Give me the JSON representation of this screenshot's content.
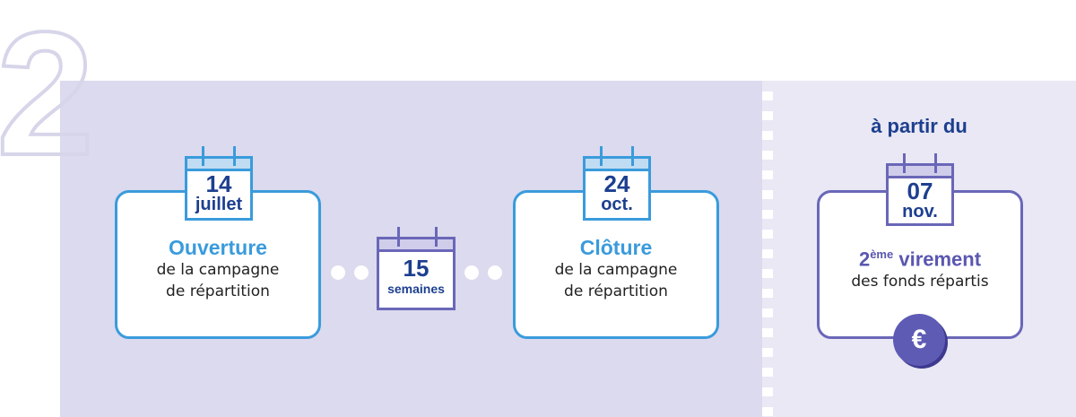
{
  "step_number": "2",
  "colors": {
    "blue": "#3a9bdc",
    "purple": "#6a67b8",
    "navy": "#1d3f8f",
    "panel": "#dbdaee"
  },
  "opening": {
    "calendar_day": "14",
    "calendar_month": "juillet",
    "title": "Ouverture",
    "line1": "de la campagne",
    "line2": "de répartition"
  },
  "duration": {
    "value": "15",
    "unit": "semaines"
  },
  "closing": {
    "calendar_day": "24",
    "calendar_month": "oct.",
    "title": "Clôture",
    "line1": "de la campagne",
    "line2": "de répartition"
  },
  "transfer": {
    "from_label": "à partir du",
    "calendar_day": "07",
    "calendar_month": "nov.",
    "ordinal_number": "2",
    "ordinal_suffix": "ème",
    "title_word": "virement",
    "line1": "des fonds répartis",
    "currency_symbol": "€"
  }
}
